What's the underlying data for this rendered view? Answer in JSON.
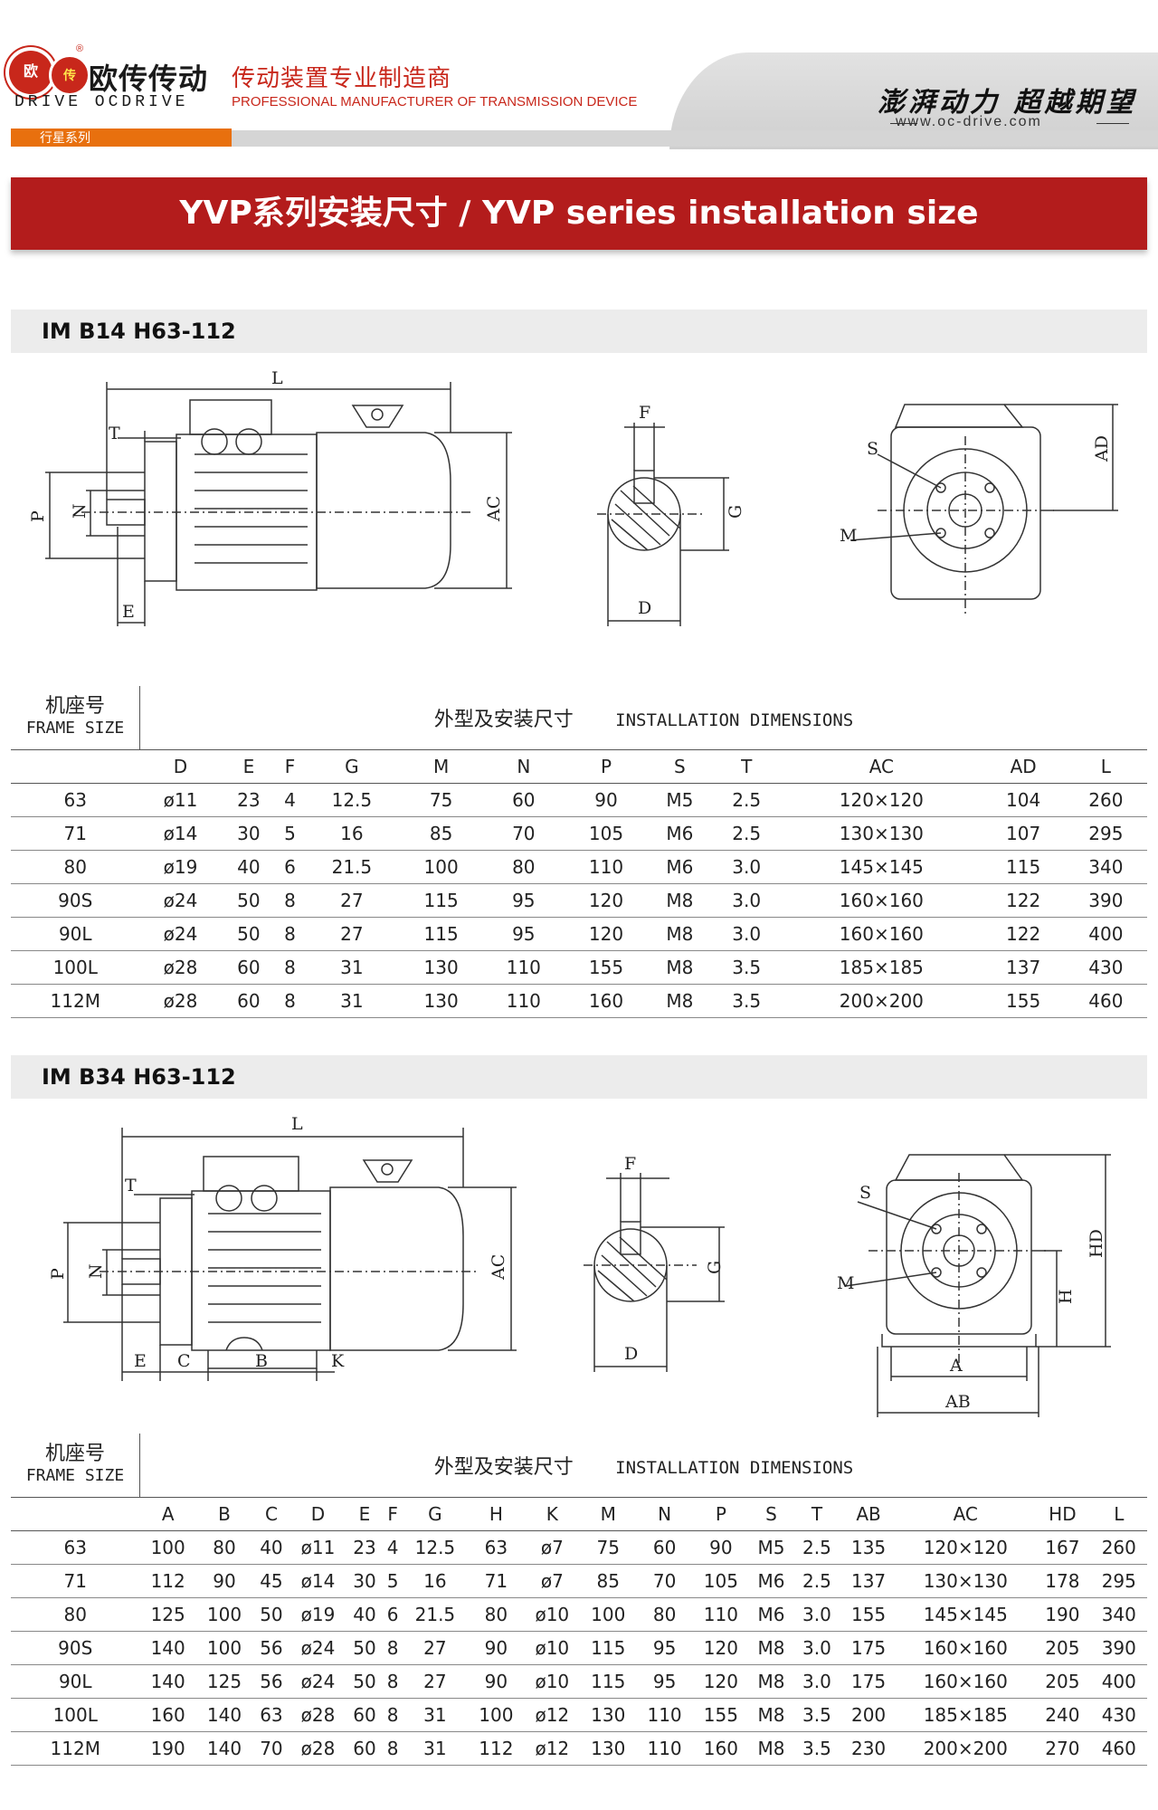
{
  "header": {
    "brand_cn": "欧传传动",
    "brand_en": "DRIVE OCDRIVE",
    "logo_char_1": "欧",
    "logo_char_2": "传",
    "reg_mark": "®",
    "tagline_cn": "传动装置专业制造商",
    "tagline_en": "PROFESSIONAL MANUFACTURER OF TRANSMISSION DEVICE",
    "slogan": "澎湃动力 超越期望",
    "website": "www.oc-drive.com",
    "series_tag": "行星系列"
  },
  "title": "YVP系列安装尺寸 / YVP series installation size",
  "colors": {
    "brand_red": "#b31c1c",
    "accent_orange": "#e8700e"
  },
  "section1": {
    "title": "IM B14 H63-112",
    "drawing_labels": {
      "L": "L",
      "T": "T",
      "P": "P",
      "N": "N",
      "E": "E",
      "AC": "AC",
      "F": "F",
      "G": "G",
      "D": "D",
      "S": "S",
      "M": "M",
      "AD": "AD"
    },
    "table": {
      "frame_cn": "机座号",
      "frame_en": "FRAME SIZE",
      "dim_cn": "外型及安装尺寸",
      "dim_en": "INSTALLATION DIMENSIONS",
      "columns": [
        "D",
        "E",
        "F",
        "G",
        "M",
        "N",
        "P",
        "S",
        "T",
        "AC",
        "AD",
        "L"
      ],
      "rows": [
        [
          "63",
          "ø11",
          "23",
          "4",
          "12.5",
          "75",
          "60",
          "90",
          "M5",
          "2.5",
          "120×120",
          "104",
          "260"
        ],
        [
          "71",
          "ø14",
          "30",
          "5",
          "16",
          "85",
          "70",
          "105",
          "M6",
          "2.5",
          "130×130",
          "107",
          "295"
        ],
        [
          "80",
          "ø19",
          "40",
          "6",
          "21.5",
          "100",
          "80",
          "110",
          "M6",
          "3.0",
          "145×145",
          "115",
          "340"
        ],
        [
          "90S",
          "ø24",
          "50",
          "8",
          "27",
          "115",
          "95",
          "120",
          "M8",
          "3.0",
          "160×160",
          "122",
          "390"
        ],
        [
          "90L",
          "ø24",
          "50",
          "8",
          "27",
          "115",
          "95",
          "120",
          "M8",
          "3.0",
          "160×160",
          "122",
          "400"
        ],
        [
          "100L",
          "ø28",
          "60",
          "8",
          "31",
          "130",
          "110",
          "155",
          "M8",
          "3.5",
          "185×185",
          "137",
          "430"
        ],
        [
          "112M",
          "ø28",
          "60",
          "8",
          "31",
          "130",
          "110",
          "160",
          "M8",
          "3.5",
          "200×200",
          "155",
          "460"
        ]
      ]
    }
  },
  "section2": {
    "title": "IM B34 H63-112",
    "drawing_labels": {
      "L": "L",
      "T": "T",
      "P": "P",
      "N": "N",
      "E": "E",
      "C": "C",
      "B": "B",
      "K": "K",
      "AC": "AC",
      "F": "F",
      "G": "G",
      "D": "D",
      "S": "S",
      "M": "M",
      "H": "H",
      "HD": "HD",
      "A": "A",
      "AB": "AB"
    },
    "table": {
      "frame_cn": "机座号",
      "frame_en": "FRAME SIZE",
      "dim_cn": "外型及安装尺寸",
      "dim_en": "INSTALLATION DIMENSIONS",
      "columns": [
        "A",
        "B",
        "C",
        "D",
        "E",
        "F",
        "G",
        "H",
        "K",
        "M",
        "N",
        "P",
        "S",
        "T",
        "AB",
        "AC",
        "HD",
        "L"
      ],
      "rows": [
        [
          "63",
          "100",
          "80",
          "40",
          "ø11",
          "23",
          "4",
          "12.5",
          "63",
          "ø7",
          "75",
          "60",
          "90",
          "M5",
          "2.5",
          "135",
          "120×120",
          "167",
          "260"
        ],
        [
          "71",
          "112",
          "90",
          "45",
          "ø14",
          "30",
          "5",
          "16",
          "71",
          "ø7",
          "85",
          "70",
          "105",
          "M6",
          "2.5",
          "137",
          "130×130",
          "178",
          "295"
        ],
        [
          "80",
          "125",
          "100",
          "50",
          "ø19",
          "40",
          "6",
          "21.5",
          "80",
          "ø10",
          "100",
          "80",
          "110",
          "M6",
          "3.0",
          "155",
          "145×145",
          "190",
          "340"
        ],
        [
          "90S",
          "140",
          "100",
          "56",
          "ø24",
          "50",
          "8",
          "27",
          "90",
          "ø10",
          "115",
          "95",
          "120",
          "M8",
          "3.0",
          "175",
          "160×160",
          "205",
          "390"
        ],
        [
          "90L",
          "140",
          "125",
          "56",
          "ø24",
          "50",
          "8",
          "27",
          "90",
          "ø10",
          "115",
          "95",
          "120",
          "M8",
          "3.0",
          "175",
          "160×160",
          "205",
          "400"
        ],
        [
          "100L",
          "160",
          "140",
          "63",
          "ø28",
          "60",
          "8",
          "31",
          "100",
          "ø12",
          "130",
          "110",
          "155",
          "M8",
          "3.5",
          "200",
          "185×185",
          "240",
          "430"
        ],
        [
          "112M",
          "190",
          "140",
          "70",
          "ø28",
          "60",
          "8",
          "31",
          "112",
          "ø12",
          "130",
          "110",
          "160",
          "M8",
          "3.5",
          "230",
          "200×200",
          "270",
          "460"
        ]
      ]
    }
  }
}
